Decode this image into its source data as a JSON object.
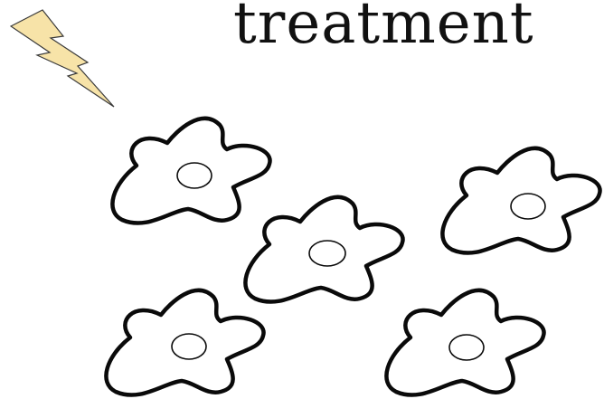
{
  "title": "treatment",
  "cells": [
    {
      "id": "top-left"
    },
    {
      "id": "center"
    },
    {
      "id": "right"
    },
    {
      "id": "bottom-left"
    },
    {
      "id": "bottom-right"
    }
  ],
  "icons": {
    "bolt": "lightning-bolt-icon"
  },
  "colors": {
    "bolt_fill": "#f7e3a8",
    "outline": "#0a0a0a",
    "background": "#ffffff"
  }
}
